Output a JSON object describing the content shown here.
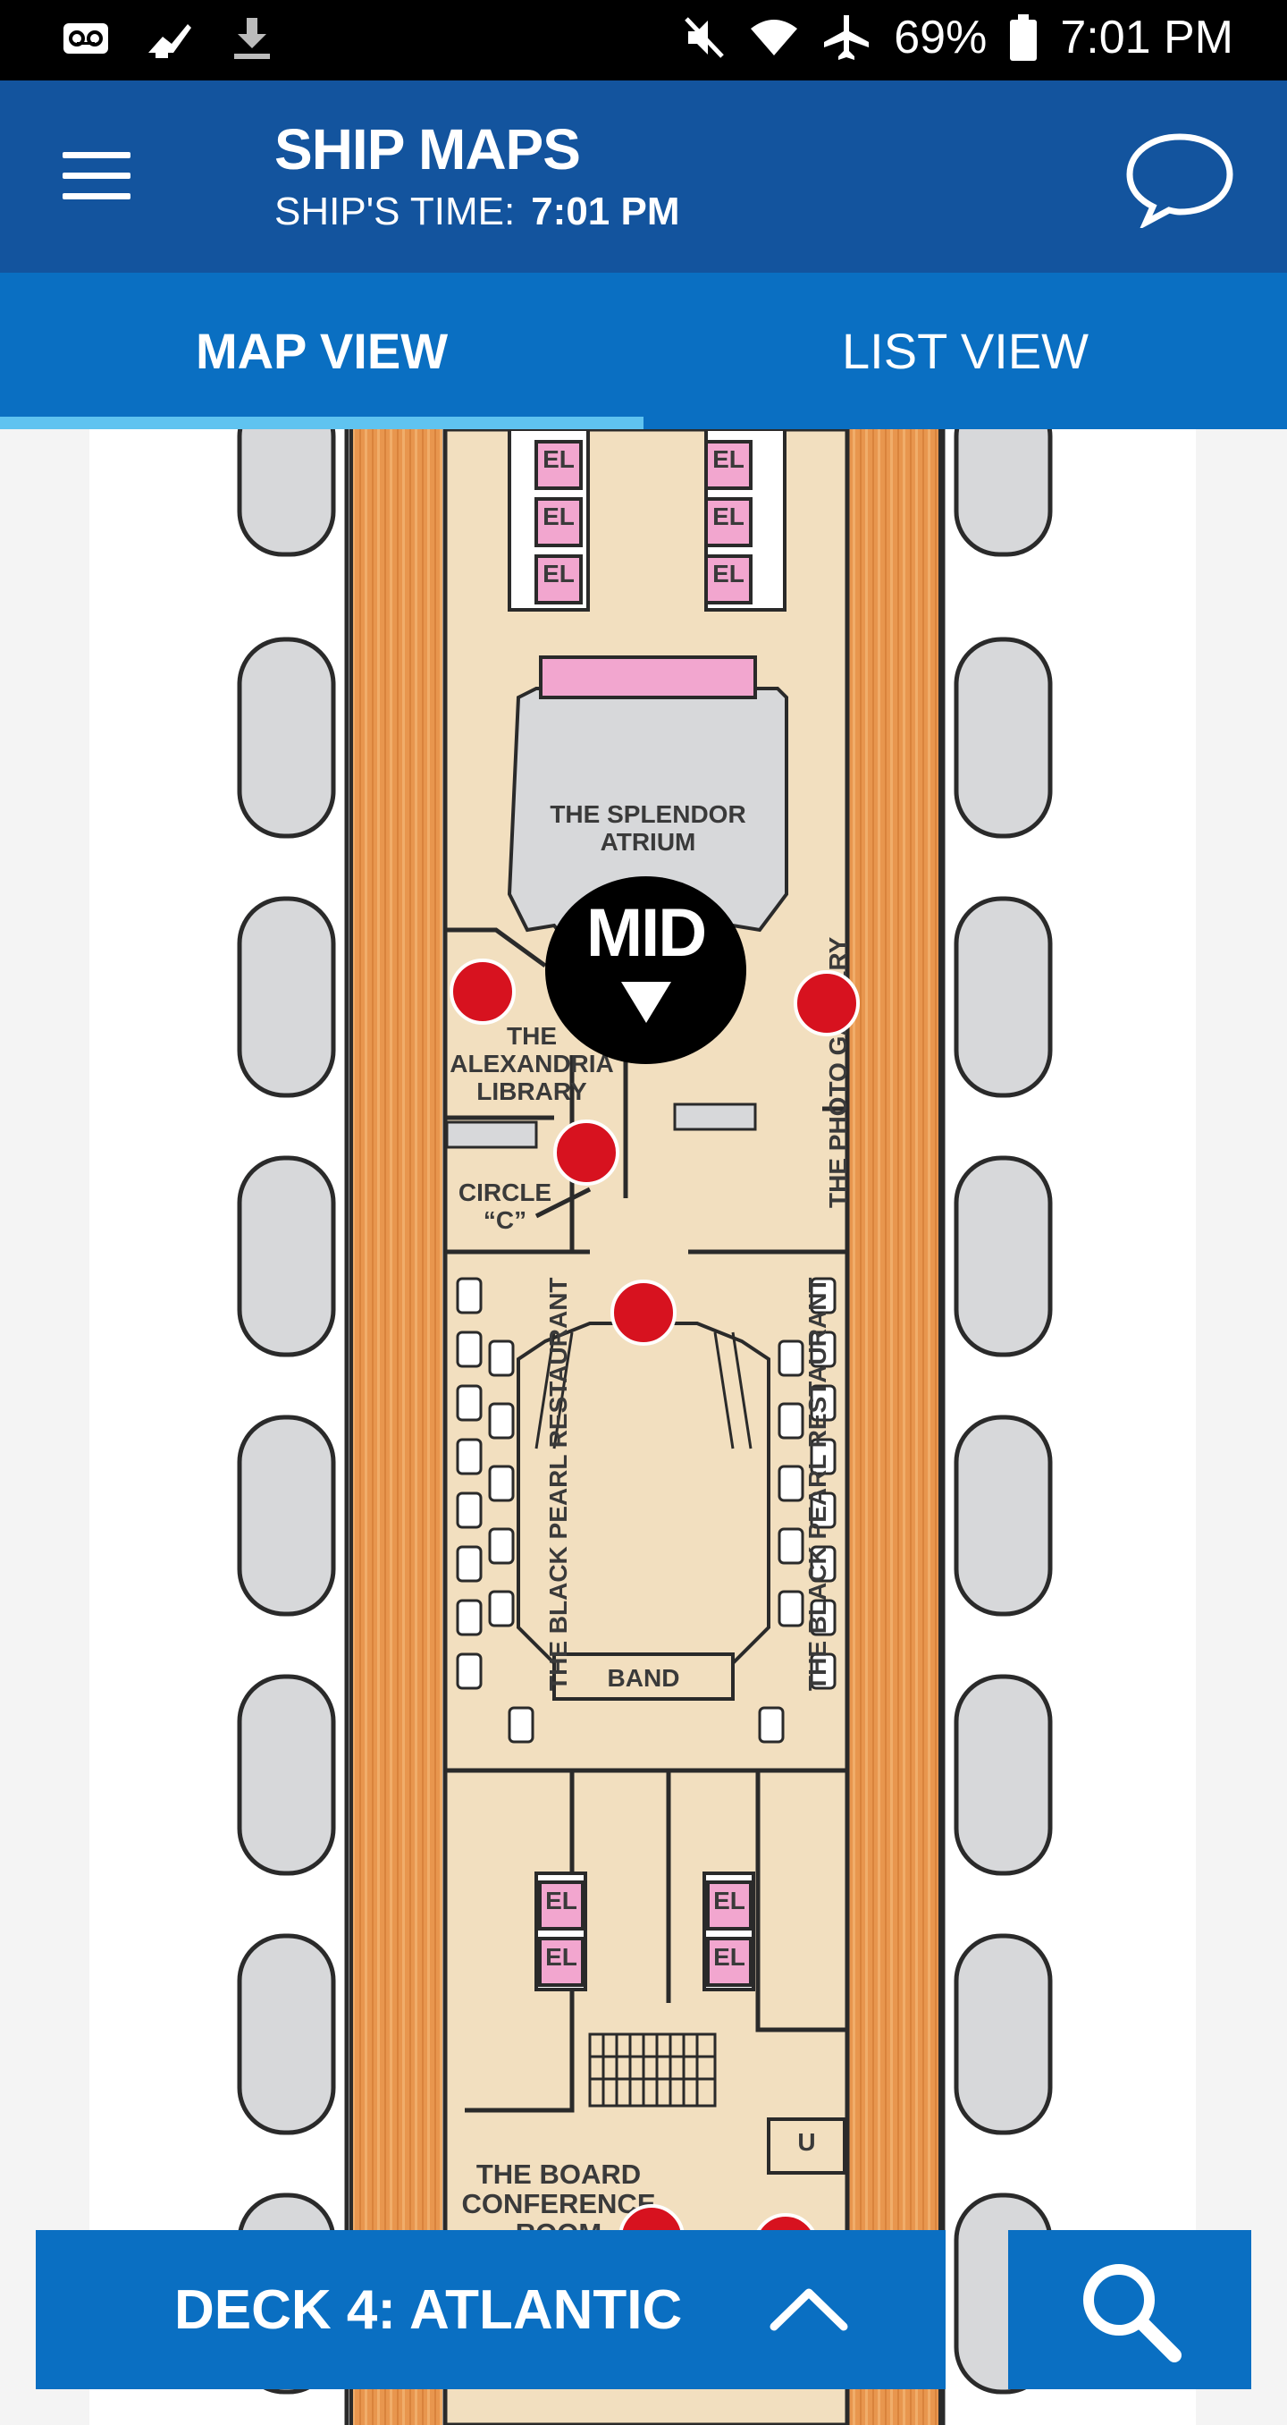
{
  "status_bar": {
    "battery": "69%",
    "time": "7:01 PM",
    "icons": [
      "voicemail-icon",
      "cast-icon",
      "download-icon",
      "mute-icon",
      "wifi-icon",
      "airplane-icon",
      "battery-icon"
    ]
  },
  "app_bar": {
    "title": "SHIP MAPS",
    "ship_time_label": "SHIP'S TIME:",
    "ship_time_value": "7:01 PM"
  },
  "tabs": [
    {
      "label": "MAP VIEW",
      "active": true
    },
    {
      "label": "LIST VIEW",
      "active": false
    }
  ],
  "map": {
    "elevator_label": "EL",
    "atrium": "THE SPLENDOR ATRIUM",
    "marker": "MID",
    "library": "THE ALEXANDRIA LIBRARY",
    "photo_gallery": "THE PHOTO GALLERY",
    "circle_c": "CIRCLE “C”",
    "restaurant": "THE BLACK PEARL RESTAURANT",
    "band": "BAND",
    "board_room": "THE BOARD CONFERENCE ROOM",
    "u_label": "U"
  },
  "bottom_bar": {
    "deck_label": "DECK 4: ATLANTIC"
  },
  "colors": {
    "app_bar": "#13549e",
    "tabs": "#0a6fc2",
    "tab_indicator": "#5fc3f0",
    "marker_red": "#d7121f",
    "deck_floor": "#f2dfbf",
    "promenade": "#e8964e",
    "lifeboat": "#d7d8da"
  }
}
